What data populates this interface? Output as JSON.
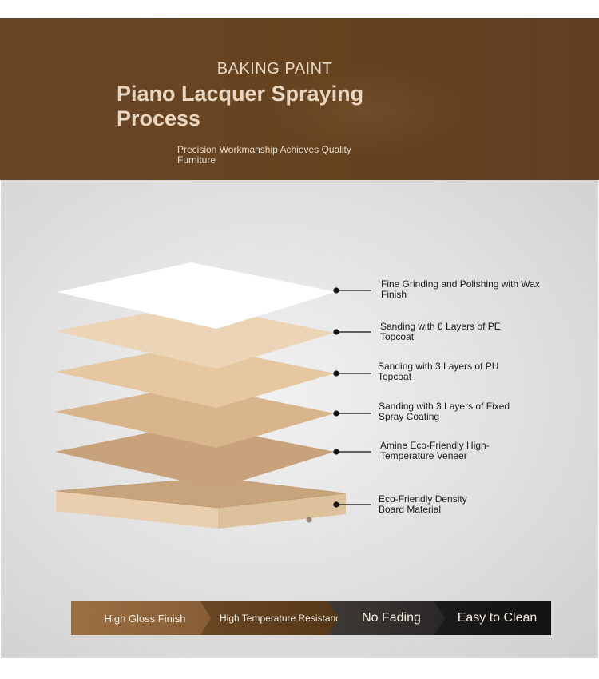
{
  "header": {
    "kicker": "BAKING PAINT",
    "title": "Piano Lacquer Spraying Process",
    "subtitle": "Precision Workmanship Achieves Quality Furniture"
  },
  "layers": [
    {
      "label": "Fine Grinding and Polishing with Wax Finish",
      "color": "#ffffff"
    },
    {
      "label": "Sanding with 6 Layers of PE Topcoat",
      "color": "#ecd5b6"
    },
    {
      "label": "Sanding with 3 Layers of PU Topcoat",
      "color": "#e6c8a0"
    },
    {
      "label": "Sanding with 3 Layers of Fixed Spray Coating",
      "color": "#d9b58b"
    },
    {
      "label": "Amine Eco-Friendly High-Temperature Veneer",
      "color": "#c7a27a"
    },
    {
      "label": "Eco-Friendly Density Board Material",
      "color": "#c09a72"
    }
  ],
  "features": [
    "High Gloss Finish",
    "High Temperature Resistance and Stain Resistant",
    "No Fading",
    "Easy to Clean"
  ]
}
